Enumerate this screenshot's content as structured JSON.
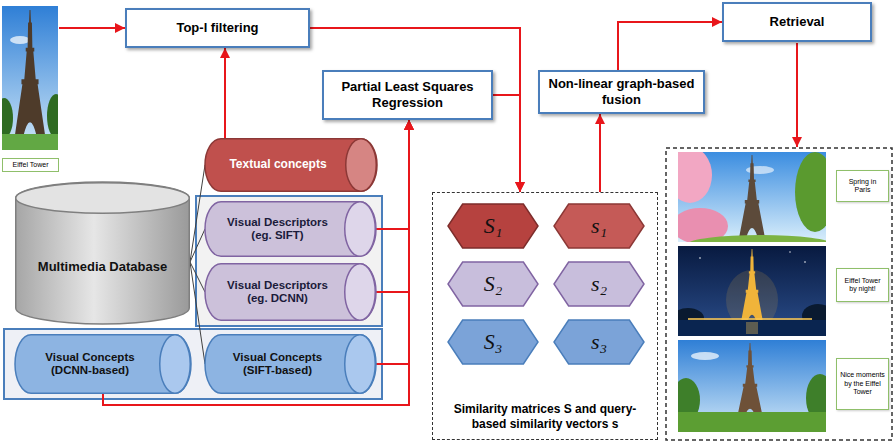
{
  "diagram": {
    "nodes": [
      {
        "text": [
          "Eiffel Tower"
        ]
      },
      {
        "text": [
          "Top-l filtering"
        ]
      },
      {
        "text": [
          "Partial Least Squares Regression"
        ]
      },
      {
        "text": [
          "Non-linear graph-based fusion"
        ]
      },
      {
        "text": [
          "Retrieval"
        ]
      },
      {
        "text": [
          "Textual concepts"
        ]
      },
      {
        "text": [
          "Multimedia Database"
        ]
      },
      {
        "text": [
          "Visual Descriptors (eg. SIFT)"
        ]
      },
      {
        "text": [
          "Visual Descriptors (eg. DCNN)"
        ]
      },
      {
        "text": [
          "Visual Concepts (DCNN-based)"
        ]
      },
      {
        "text": [
          "Visual Concepts (SIFT-based)"
        ]
      },
      {
        "text": [
          "Similarity matrices S and query-based similarity vectors s"
        ]
      },
      {
        "text": [
          "S₁"
        ],
        "in": 11
      },
      {
        "text": [
          "s₁"
        ],
        "in": 11
      },
      {
        "text": [
          "S₂"
        ],
        "in": 11
      },
      {
        "text": [
          "s₂"
        ],
        "in": 11
      },
      {
        "text": [
          "S₃"
        ],
        "in": 11
      },
      {
        "text": [
          "s₃"
        ],
        "in": 11
      },
      {
        "text": [
          "Spring in Paris"
        ]
      },
      {
        "text": [
          "Eiffel Tower by night!"
        ]
      },
      {
        "text": [
          "Nice moments by the Eiffel Tower"
        ]
      }
    ],
    "edges": [
      {
        "from": 0,
        "to": 1,
        "arrow": "to"
      },
      {
        "from": 5,
        "to": 1,
        "arrow": "to"
      },
      {
        "from": 1,
        "to": 11,
        "arrow": "to"
      },
      {
        "from": 2,
        "to": 11,
        "arrow": "to"
      },
      {
        "from": 7,
        "to": 2,
        "arrow": "to"
      },
      {
        "from": 8,
        "to": 2,
        "arrow": "to"
      },
      {
        "from": 10,
        "to": 2,
        "arrow": "to"
      },
      {
        "from": 9,
        "to": 2,
        "arrow": "to"
      },
      {
        "from": 11,
        "to": 3,
        "arrow": "to"
      },
      {
        "from": 3,
        "to": 4,
        "arrow": "to"
      },
      {
        "from": 6,
        "to": 5,
        "arrow": "none"
      },
      {
        "from": 6,
        "to": 7,
        "arrow": "none"
      },
      {
        "from": 6,
        "to": 8,
        "arrow": "none"
      },
      {
        "from": 6,
        "to": 10,
        "arrow": "none"
      }
    ]
  }
}
